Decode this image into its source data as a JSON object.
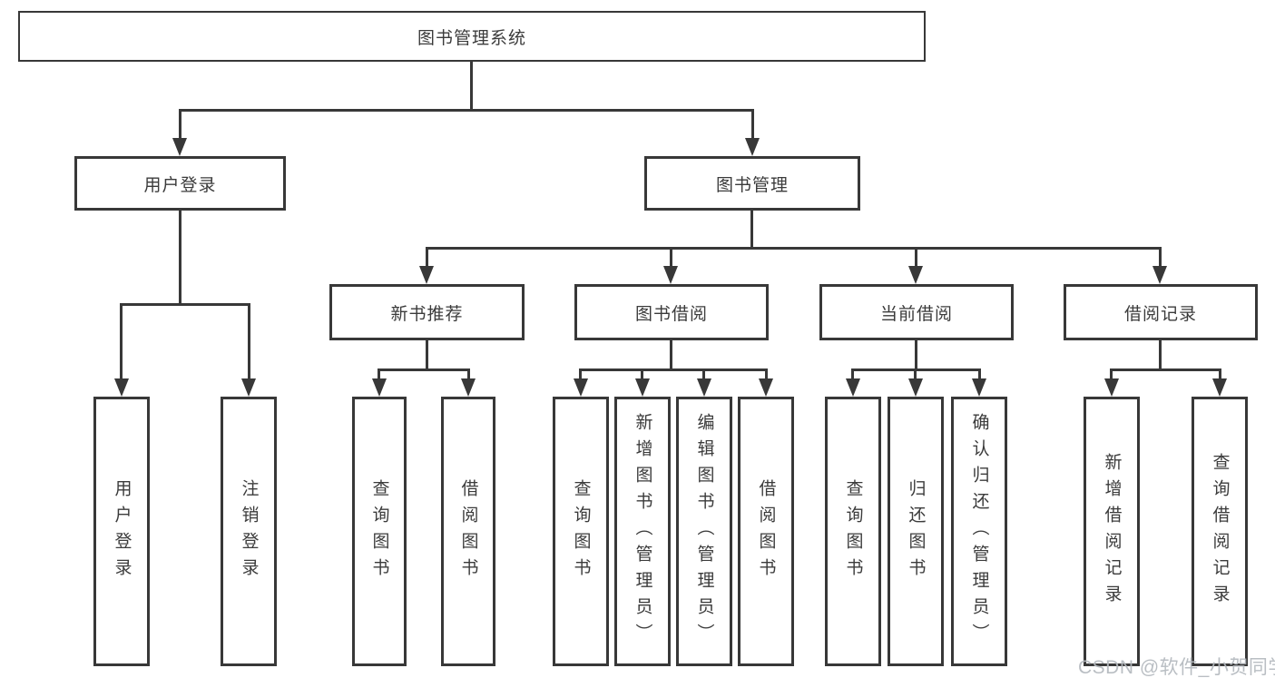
{
  "diagram": {
    "title": "图书管理系统",
    "root": {
      "label": "图书管理系统"
    },
    "l2": [
      {
        "label": "用户登录",
        "parent": "图书管理系统"
      },
      {
        "label": "图书管理",
        "parent": "图书管理系统"
      }
    ],
    "l3": [
      {
        "label": "新书推荐",
        "parent": "图书管理"
      },
      {
        "label": "图书借阅",
        "parent": "图书管理"
      },
      {
        "label": "当前借阅",
        "parent": "图书管理"
      },
      {
        "label": "借阅记录",
        "parent": "图书管理"
      }
    ],
    "leaves": [
      {
        "label": "用户登录",
        "parent": "用户登录"
      },
      {
        "label": "注销登录",
        "parent": "用户登录"
      },
      {
        "label": "查询图书",
        "parent": "新书推荐"
      },
      {
        "label": "借阅图书",
        "parent": "新书推荐"
      },
      {
        "label": "查询图书",
        "parent": "图书借阅"
      },
      {
        "label": "新增图书（管理员）",
        "parent": "图书借阅"
      },
      {
        "label": "编辑图书（管理员）",
        "parent": "图书借阅"
      },
      {
        "label": "借阅图书",
        "parent": "图书借阅"
      },
      {
        "label": "查询图书",
        "parent": "当前借阅"
      },
      {
        "label": "归还图书",
        "parent": "当前借阅"
      },
      {
        "label": "确认归还（管理员）",
        "parent": "当前借阅"
      },
      {
        "label": "新增借阅记录",
        "parent": "借阅记录"
      },
      {
        "label": "查询借阅记录",
        "parent": "借阅记录"
      }
    ]
  },
  "watermark": {
    "text": "CSDN @软件_小贺同学"
  },
  "colors": {
    "line": "#383838",
    "box_background": "#ffffff",
    "text": "#3b3b3b",
    "watermark": "#b4b9be"
  }
}
